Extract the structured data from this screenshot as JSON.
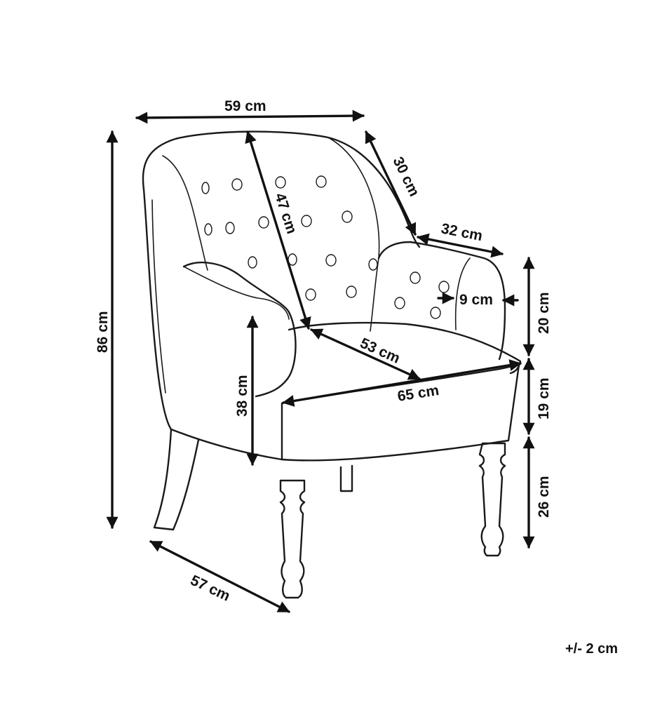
{
  "diagram": {
    "dimensions": {
      "width_top": "59 cm",
      "height_total": "86 cm",
      "backrest_height": "47 cm",
      "top_depth": "30 cm",
      "arm_length": "32 cm",
      "arm_width": "9 cm",
      "arm_height": "20 cm",
      "seat_cushion": "19 cm",
      "leg_height": "26 cm",
      "seat_height": "38 cm",
      "seat_depth": "53 cm",
      "seat_width": "65 cm",
      "depth_bottom": "57 cm"
    },
    "tolerance": "+/- 2 cm"
  }
}
